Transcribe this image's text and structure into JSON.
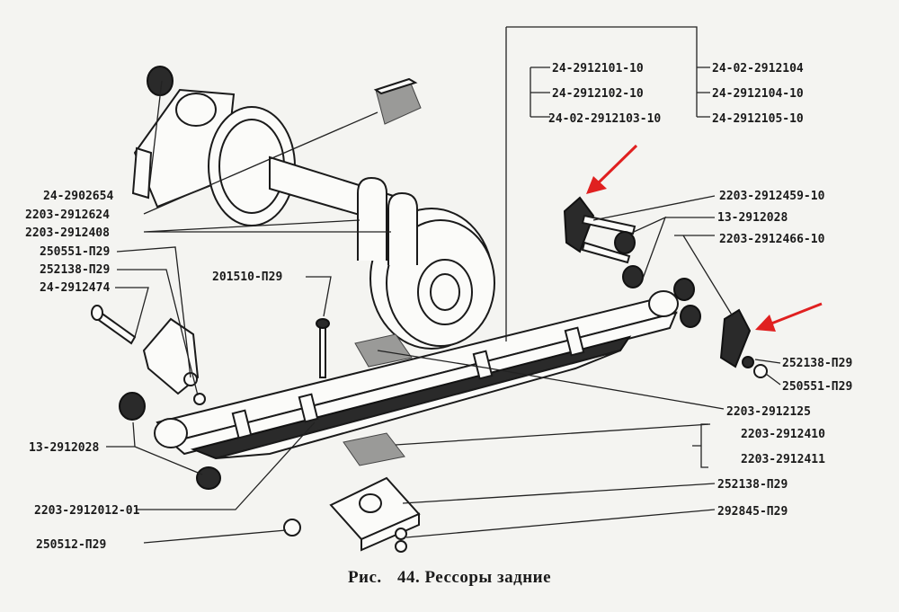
{
  "caption": {
    "prefix": "Рис.",
    "title": "44. Рессоры задние"
  },
  "parts": [
    {
      "id": "p1",
      "label": "24-2912101-10"
    },
    {
      "id": "p2",
      "label": "24-2912102-10"
    },
    {
      "id": "p3",
      "label": "24-02-2912103-10"
    },
    {
      "id": "p4",
      "label": "24-02-2912104"
    },
    {
      "id": "p5",
      "label": "24-2912104-10"
    },
    {
      "id": "p6",
      "label": "24-2912105-10"
    },
    {
      "id": "p7",
      "label": "2203-2912459-10"
    },
    {
      "id": "p8",
      "label": "13-2912028"
    },
    {
      "id": "p9",
      "label": "2203-2912466-10"
    },
    {
      "id": "p10",
      "label": "252138-П29"
    },
    {
      "id": "p11",
      "label": "250551-П29"
    },
    {
      "id": "p12",
      "label": "2203-2912125"
    },
    {
      "id": "p13",
      "label": "2203-2912410"
    },
    {
      "id": "p14",
      "label": "2203-2912411"
    },
    {
      "id": "p15",
      "label": "252138-П29"
    },
    {
      "id": "p16",
      "label": "292845-П29"
    },
    {
      "id": "p17",
      "label": "24-2902654"
    },
    {
      "id": "p18",
      "label": "2203-2912624"
    },
    {
      "id": "p19",
      "label": "2203-2912408"
    },
    {
      "id": "p20",
      "label": "250551-П29"
    },
    {
      "id": "p21",
      "label": "252138-П29"
    },
    {
      "id": "p22",
      "label": "24-2912474"
    },
    {
      "id": "p23",
      "label": "201510-П29"
    },
    {
      "id": "p24",
      "label": "13-2912028"
    },
    {
      "id": "p25",
      "label": "2203-2912012-01"
    },
    {
      "id": "p26",
      "label": "250512-П29"
    }
  ],
  "colors": {
    "arrow": "#e02020",
    "ink": "#1a1a1a"
  }
}
